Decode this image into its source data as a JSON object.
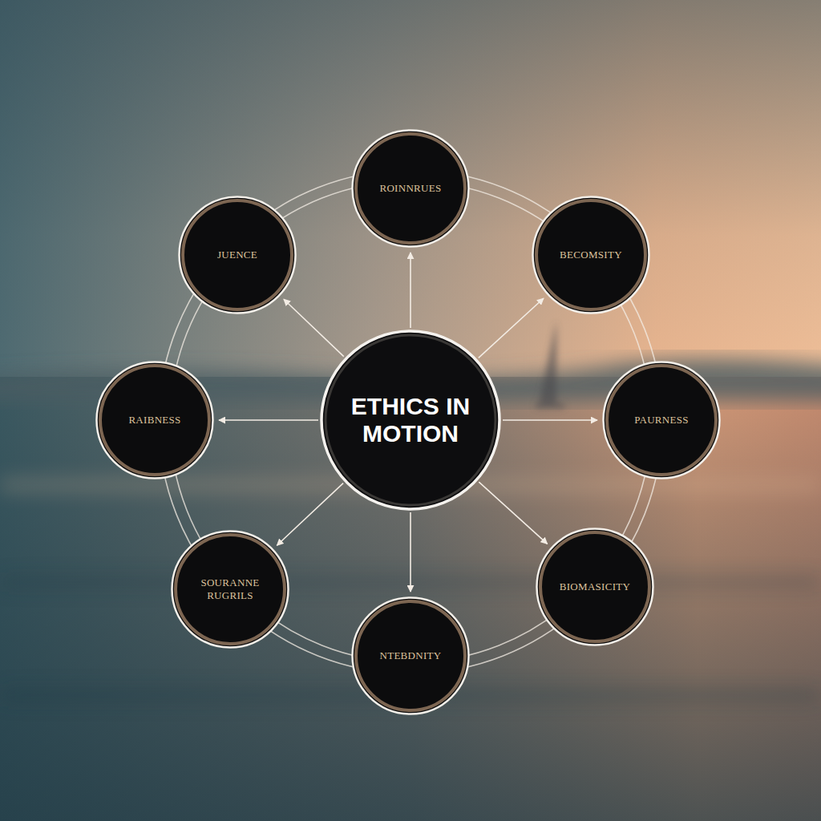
{
  "diagram": {
    "nodes": [
      {
        "text": [
          "ETHICS IN MOTION"
        ]
      },
      {
        "text": [
          "ROINNRUES"
        ]
      },
      {
        "text": [
          "BECOMSITY"
        ]
      },
      {
        "text": [
          "PAURNESS"
        ]
      },
      {
        "text": [
          "BIOMASICITY"
        ]
      },
      {
        "text": [
          "NTEBDNITY"
        ]
      },
      {
        "text": [
          "SOURANNE RUGRILS"
        ]
      },
      {
        "text": [
          "RAIBNESS"
        ]
      },
      {
        "text": [
          "JUENCE"
        ]
      }
    ],
    "edges": [
      {
        "from": 0,
        "to": 1,
        "arrow": "to"
      },
      {
        "from": 0,
        "to": 2,
        "arrow": "to"
      },
      {
        "from": 0,
        "to": 3,
        "arrow": "to"
      },
      {
        "from": 0,
        "to": 4,
        "arrow": "to"
      },
      {
        "from": 0,
        "to": 5,
        "arrow": "to"
      },
      {
        "from": 0,
        "to": 6,
        "arrow": "to"
      },
      {
        "from": 0,
        "to": 7,
        "arrow": "to"
      },
      {
        "from": 0,
        "to": 8,
        "arrow": "to"
      }
    ]
  }
}
